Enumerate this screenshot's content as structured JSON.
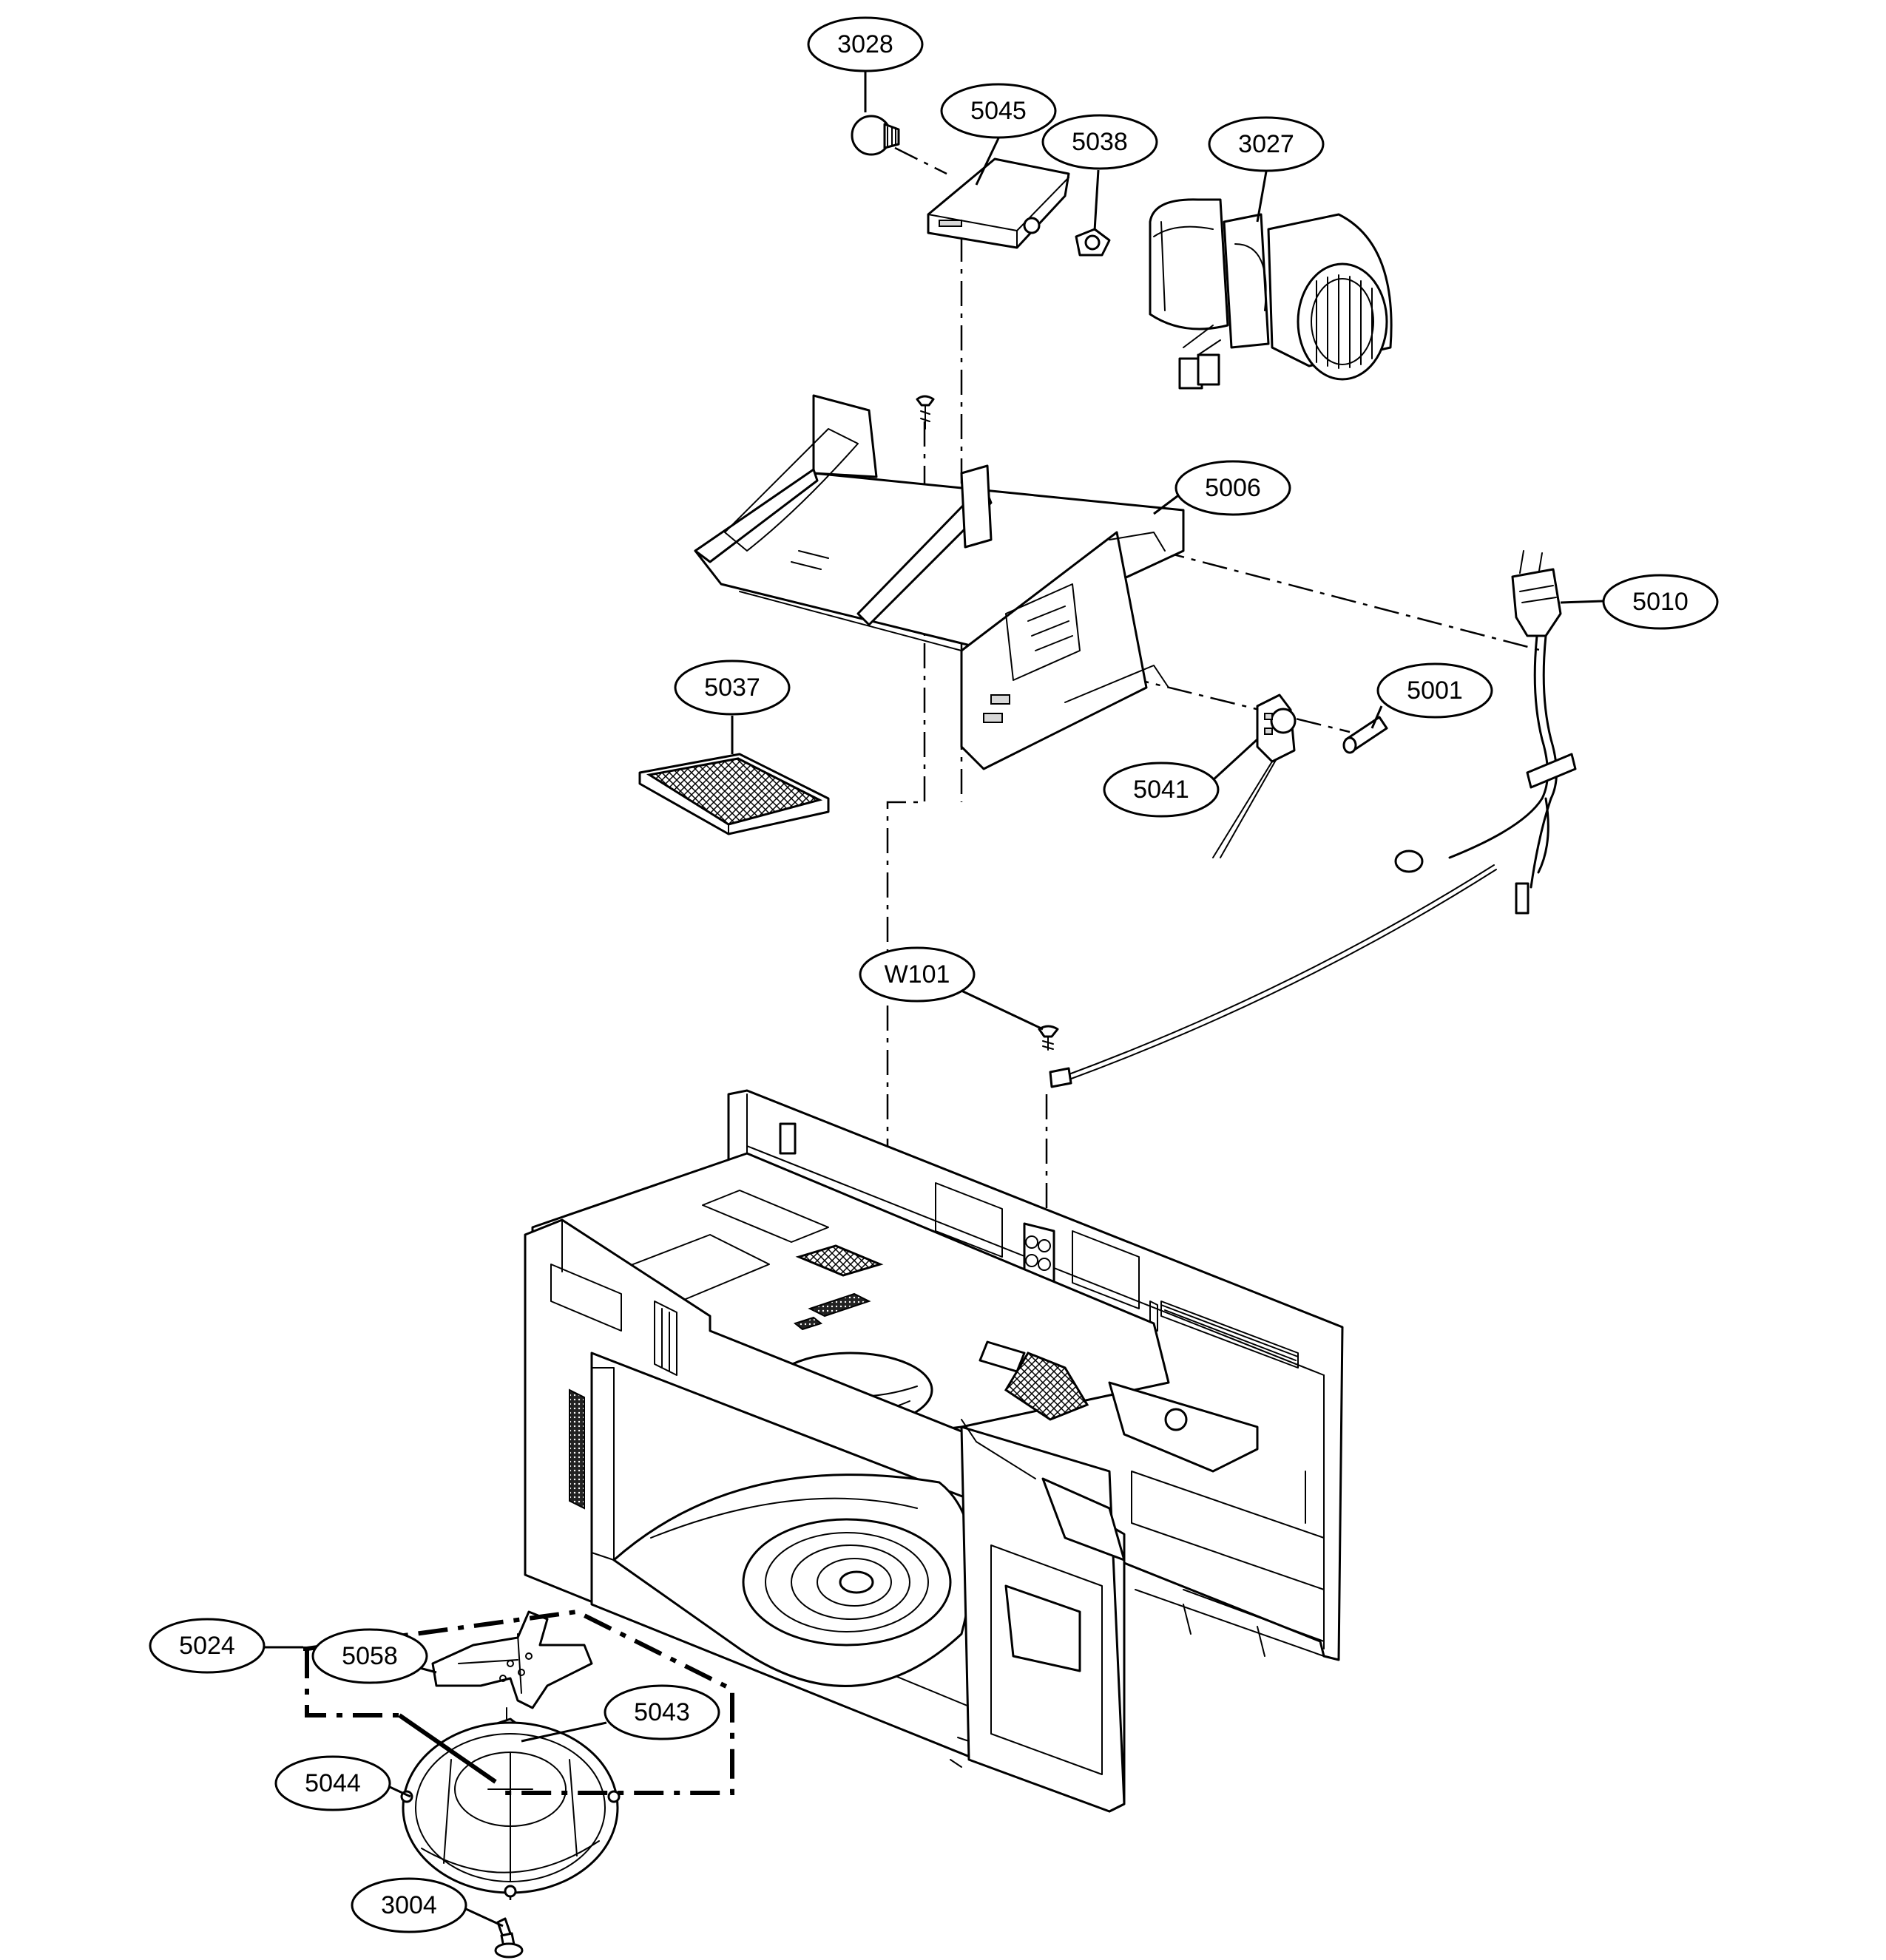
{
  "diagram": {
    "part_labels": {
      "p3028": "3028",
      "p5045": "5045",
      "p5038": "5038",
      "p3027": "3027",
      "p5006": "5006",
      "p5010": "5010",
      "p5037": "5037",
      "p5001": "5001",
      "p5041": "5041",
      "pW101": "W101",
      "p5024": "5024",
      "p5058": "5058",
      "p5043": "5043",
      "p5044": "5044",
      "p3004": "3004"
    }
  }
}
